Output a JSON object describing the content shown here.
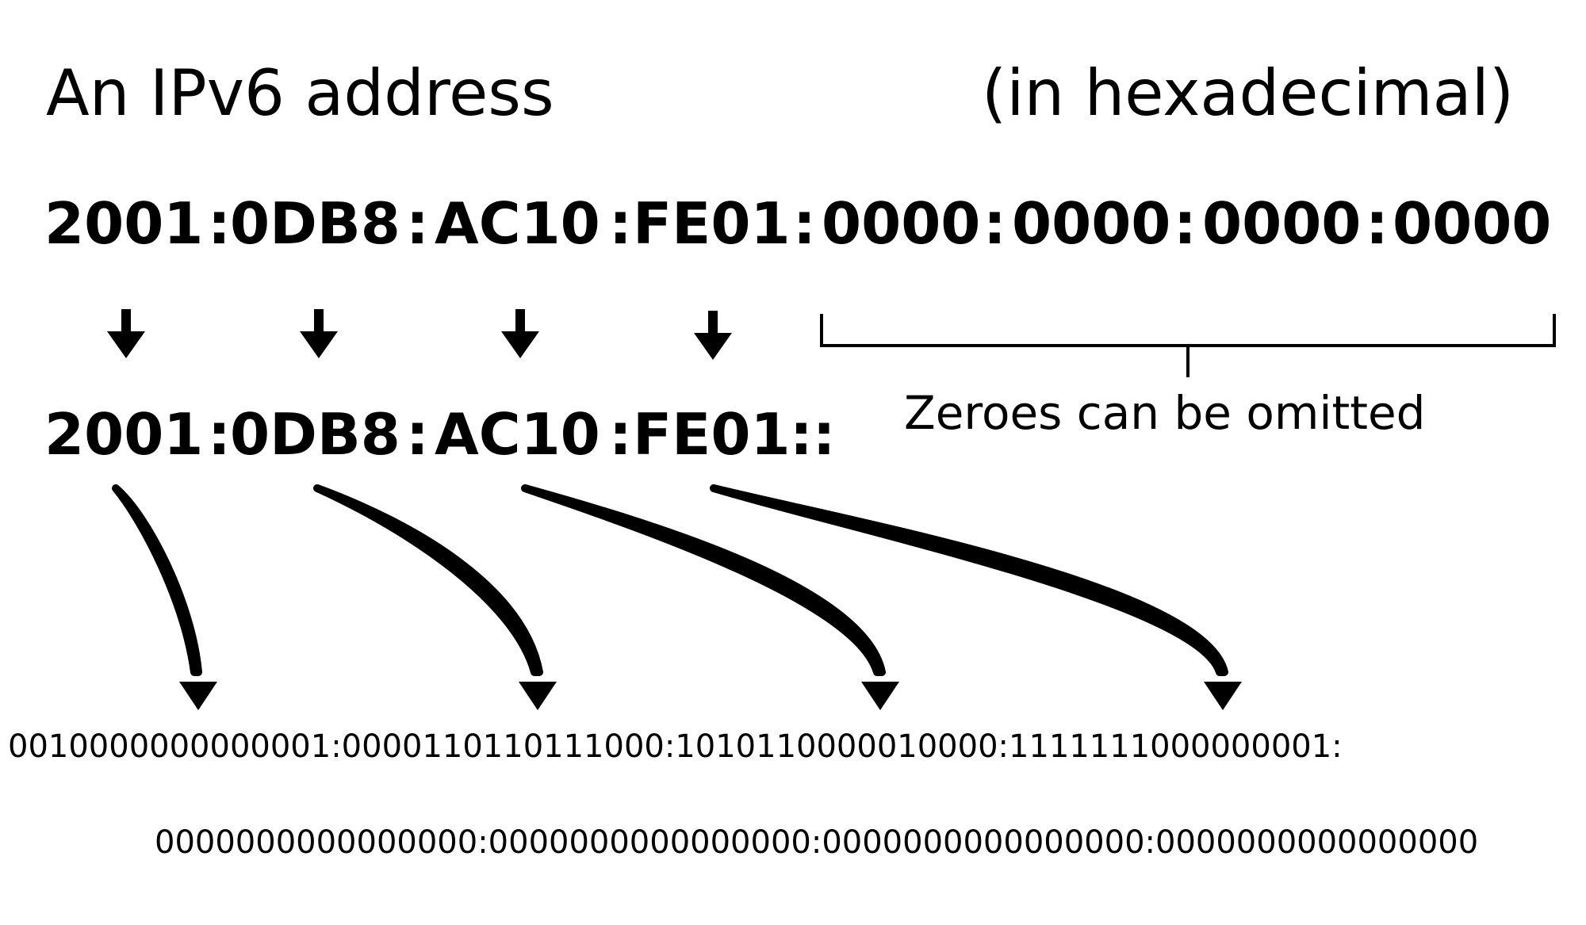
{
  "title": {
    "left": "An IPv6 address",
    "right": "(in hexadecimal)"
  },
  "full_address": {
    "groups": [
      "2001",
      "0DB8",
      "AC10",
      "FE01",
      "0000",
      "0000",
      "0000",
      "0000"
    ],
    "separator": ":"
  },
  "compressed_address": {
    "groups": [
      "2001",
      "0DB8",
      "AC10",
      "FE01"
    ],
    "separator": ":",
    "double_colon": "::"
  },
  "omission_note": "Zeroes can be omitted",
  "binary": {
    "line1": "0010000000000001:0000110110111000:1010110000010000:1111111000000001:",
    "line2": "0000000000000000:0000000000000000:0000000000000000:0000000000000000"
  }
}
